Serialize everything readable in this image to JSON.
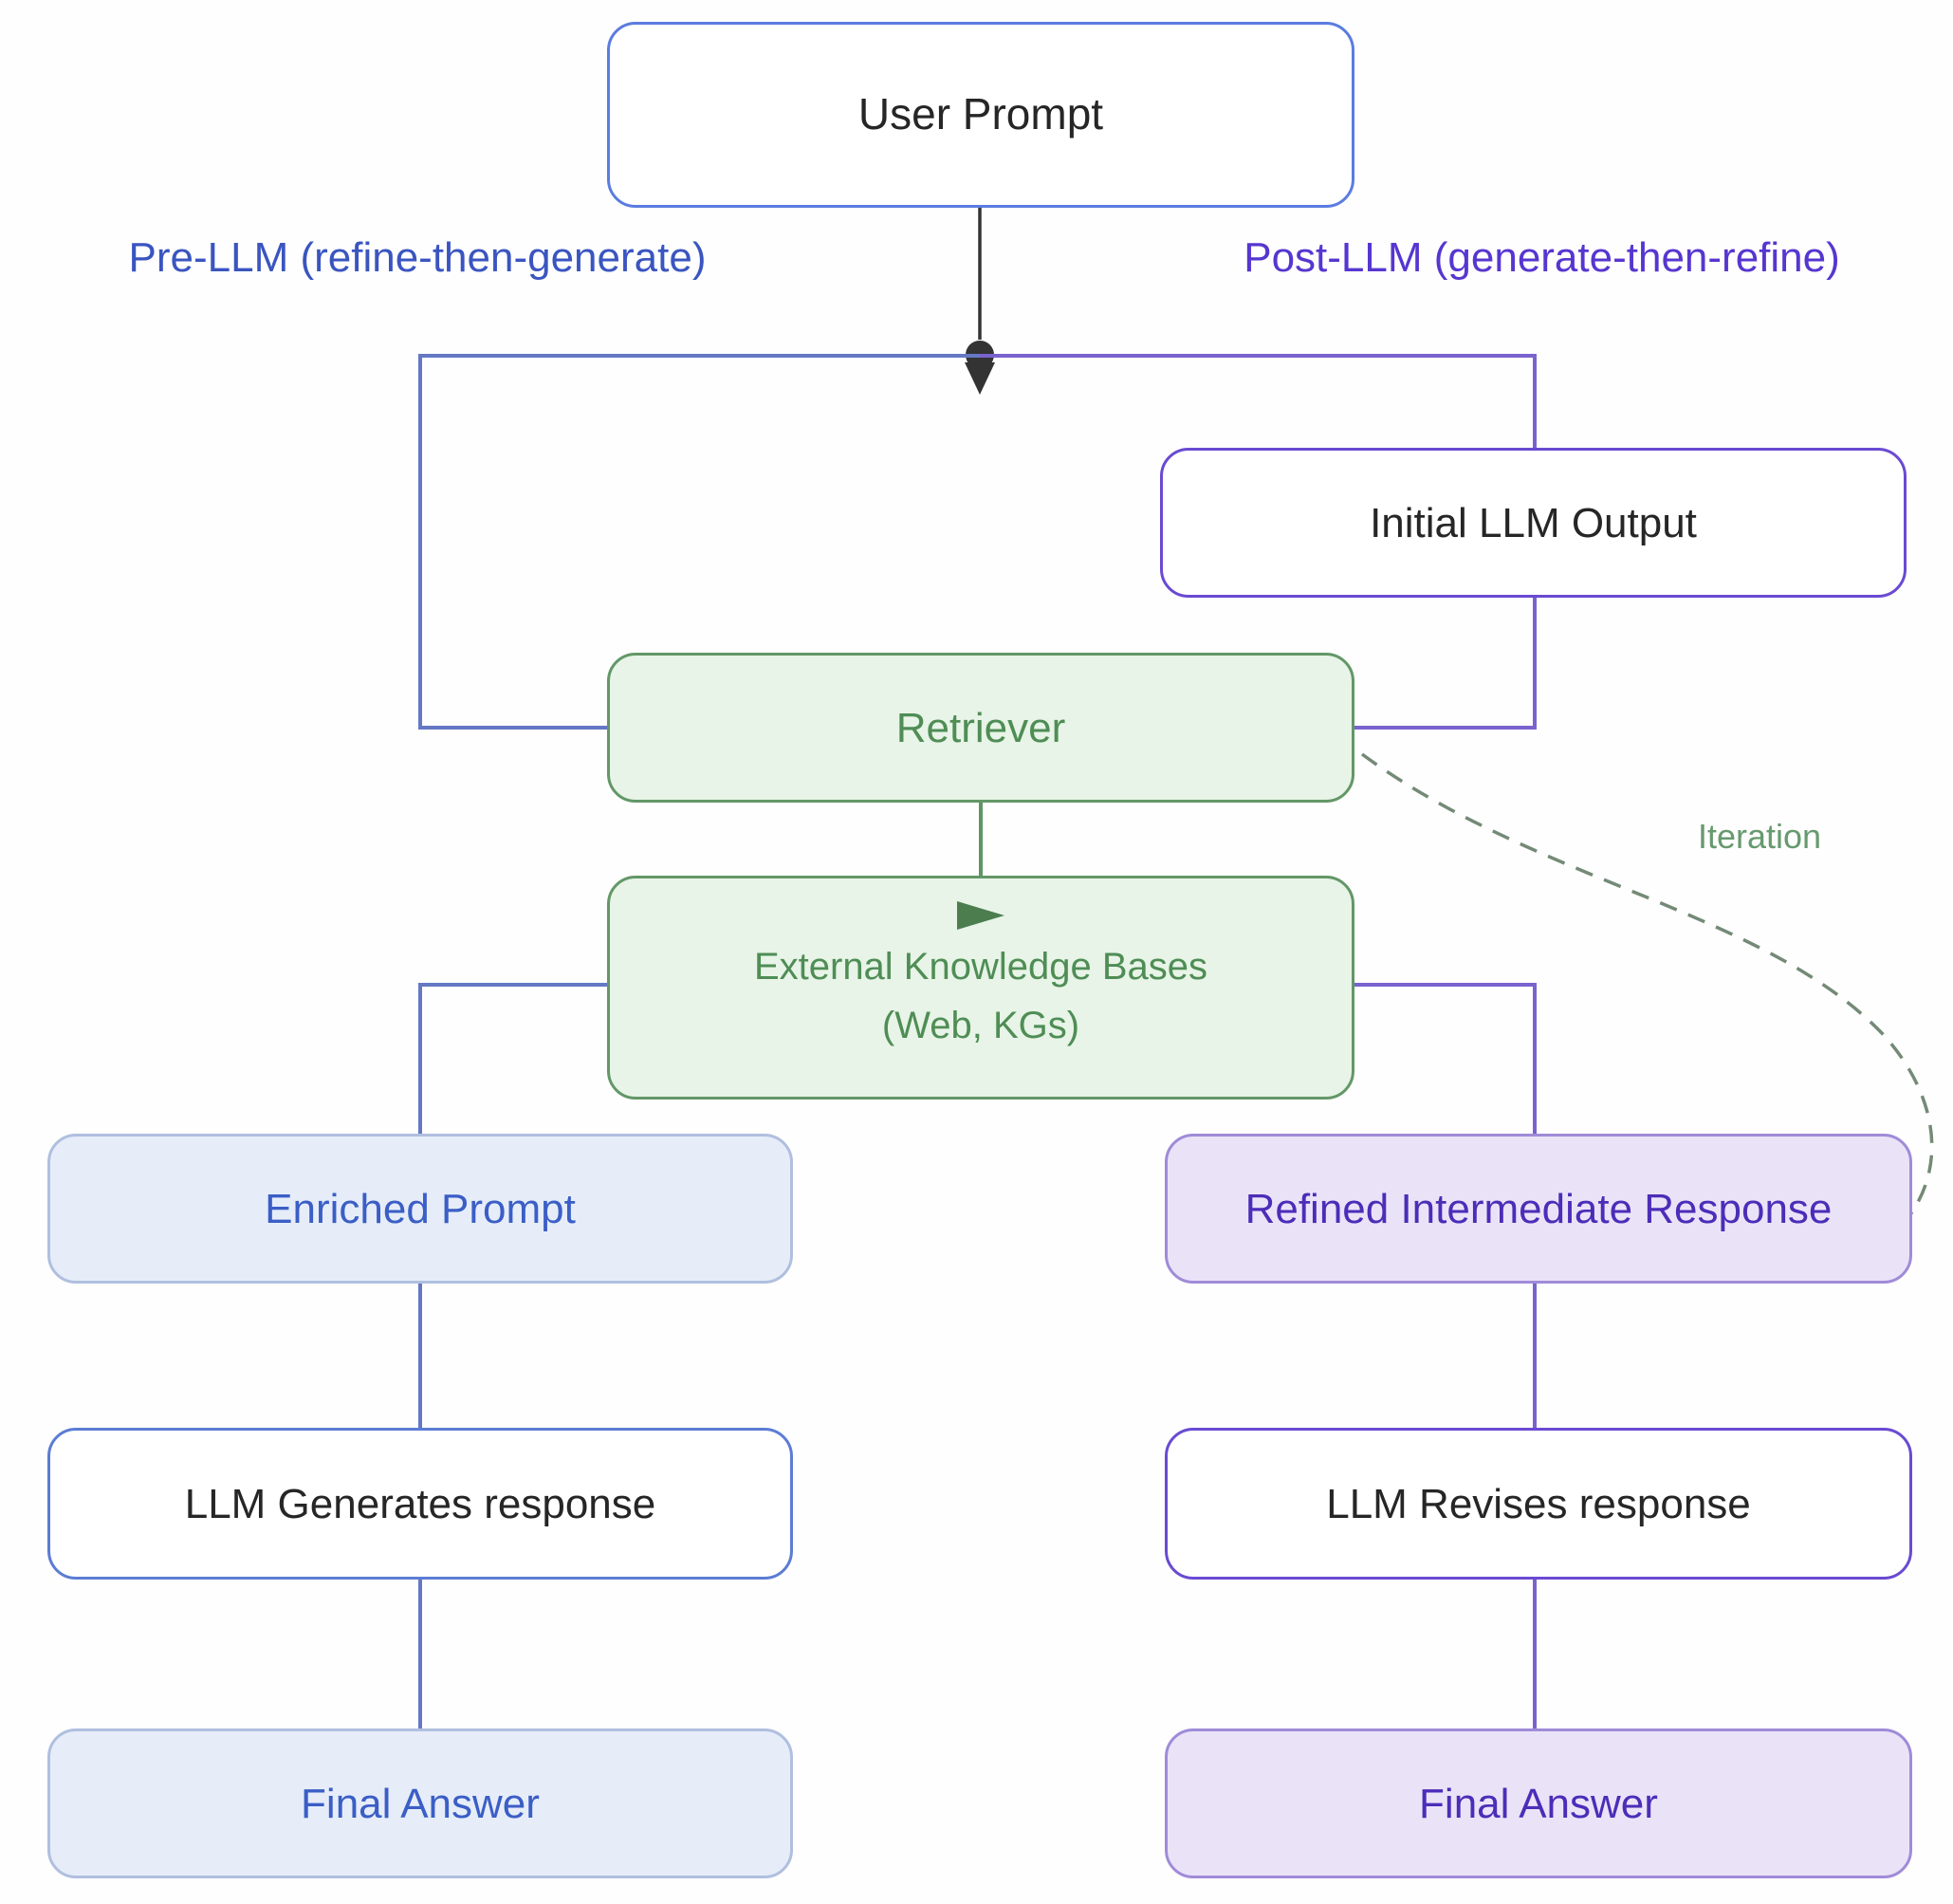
{
  "diagram": {
    "side_labels": {
      "pre_llm": "Pre-LLM (refine-then-generate)",
      "post_llm": "Post-LLM (generate-then-refine)",
      "iteration": "Iteration"
    },
    "nodes": {
      "user_prompt": "User Prompt",
      "initial_llm_output": "Initial LLM Output",
      "retriever": "Retriever",
      "external_kb_line1": "External Knowledge Bases",
      "external_kb_line2": "(Web, KGs)",
      "enriched_prompt": "Enriched Prompt",
      "refined_intermediate_response": "Refined Intermediate Response",
      "llm_generates": "LLM Generates response",
      "llm_revises": "LLM Revises response",
      "final_answer_left": "Final Answer",
      "final_answer_right": "Final Answer"
    },
    "icons": {
      "external_kb_arrow": "arrow-right-icon",
      "junction_marker": "down-arrow-pin-icon"
    },
    "colors": {
      "blue_line": "#6478c4",
      "purple_line": "#7a62cf",
      "green_line": "#5f9465",
      "dash_green": "#748a76",
      "black_line": "#333333",
      "blue_border": "#5b7ce0",
      "purple_border": "#6a4ad2",
      "green_border": "#639767",
      "green_fill": "#e7f4e7",
      "green_text": "#4f8d55",
      "light_blue_fill": "#e6edf9",
      "light_blue_border": "#b0bfdf",
      "blue_text": "#3b5ec6",
      "light_purple_fill": "#eae3f8",
      "light_purple_border": "#a08bd8",
      "purple_dark_text": "#4c2db8",
      "pre_label_text": "#3a55c0",
      "post_label_text": "#5636d0",
      "iteration_text": "#679a6e"
    }
  }
}
